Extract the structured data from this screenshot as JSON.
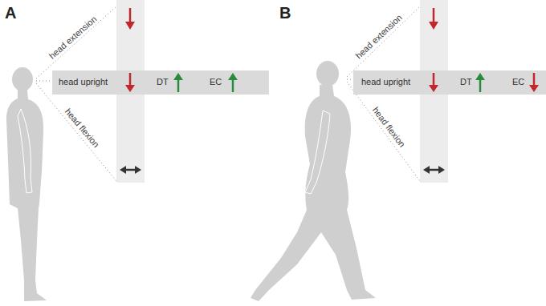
{
  "diagram": {
    "nodes": [
      {
        "text": [
          "head upright",
          "DT",
          "EC"
        ]
      },
      {
        "text": [
          "head upright",
          "DT",
          "EC"
        ]
      }
    ],
    "labels": [
      "A",
      "head extension",
      "head flexion",
      "B",
      "head extension",
      "head flexion"
    ]
  }
}
